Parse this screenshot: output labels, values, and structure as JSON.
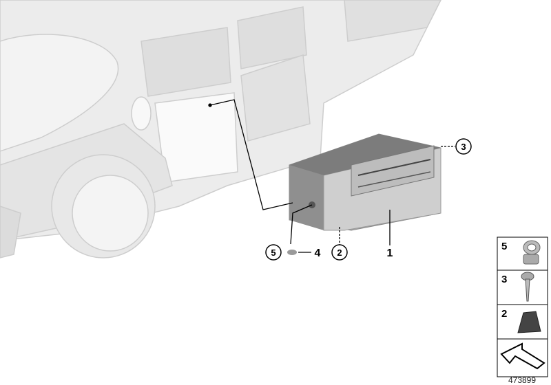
{
  "diagram": {
    "callouts": [
      {
        "id": "1",
        "circled": false
      },
      {
        "id": "2",
        "circled": true
      },
      {
        "id": "3",
        "circled": true
      },
      {
        "id": "4",
        "circled": false
      },
      {
        "id": "5",
        "circled": true
      }
    ],
    "legend": [
      {
        "id": "5",
        "part_icon": "clip-nut-icon"
      },
      {
        "id": "3",
        "part_icon": "screw-icon"
      },
      {
        "id": "2",
        "part_icon": "rubber-pad-icon"
      },
      {
        "id": "",
        "part_icon": "direction-arrow-icon"
      }
    ],
    "diagram_number": "473899",
    "colors": {
      "dashboard": "#e6e6e6",
      "outline": "#cfcfcf",
      "unit": "#9a9a9a",
      "line": "#000000"
    }
  }
}
